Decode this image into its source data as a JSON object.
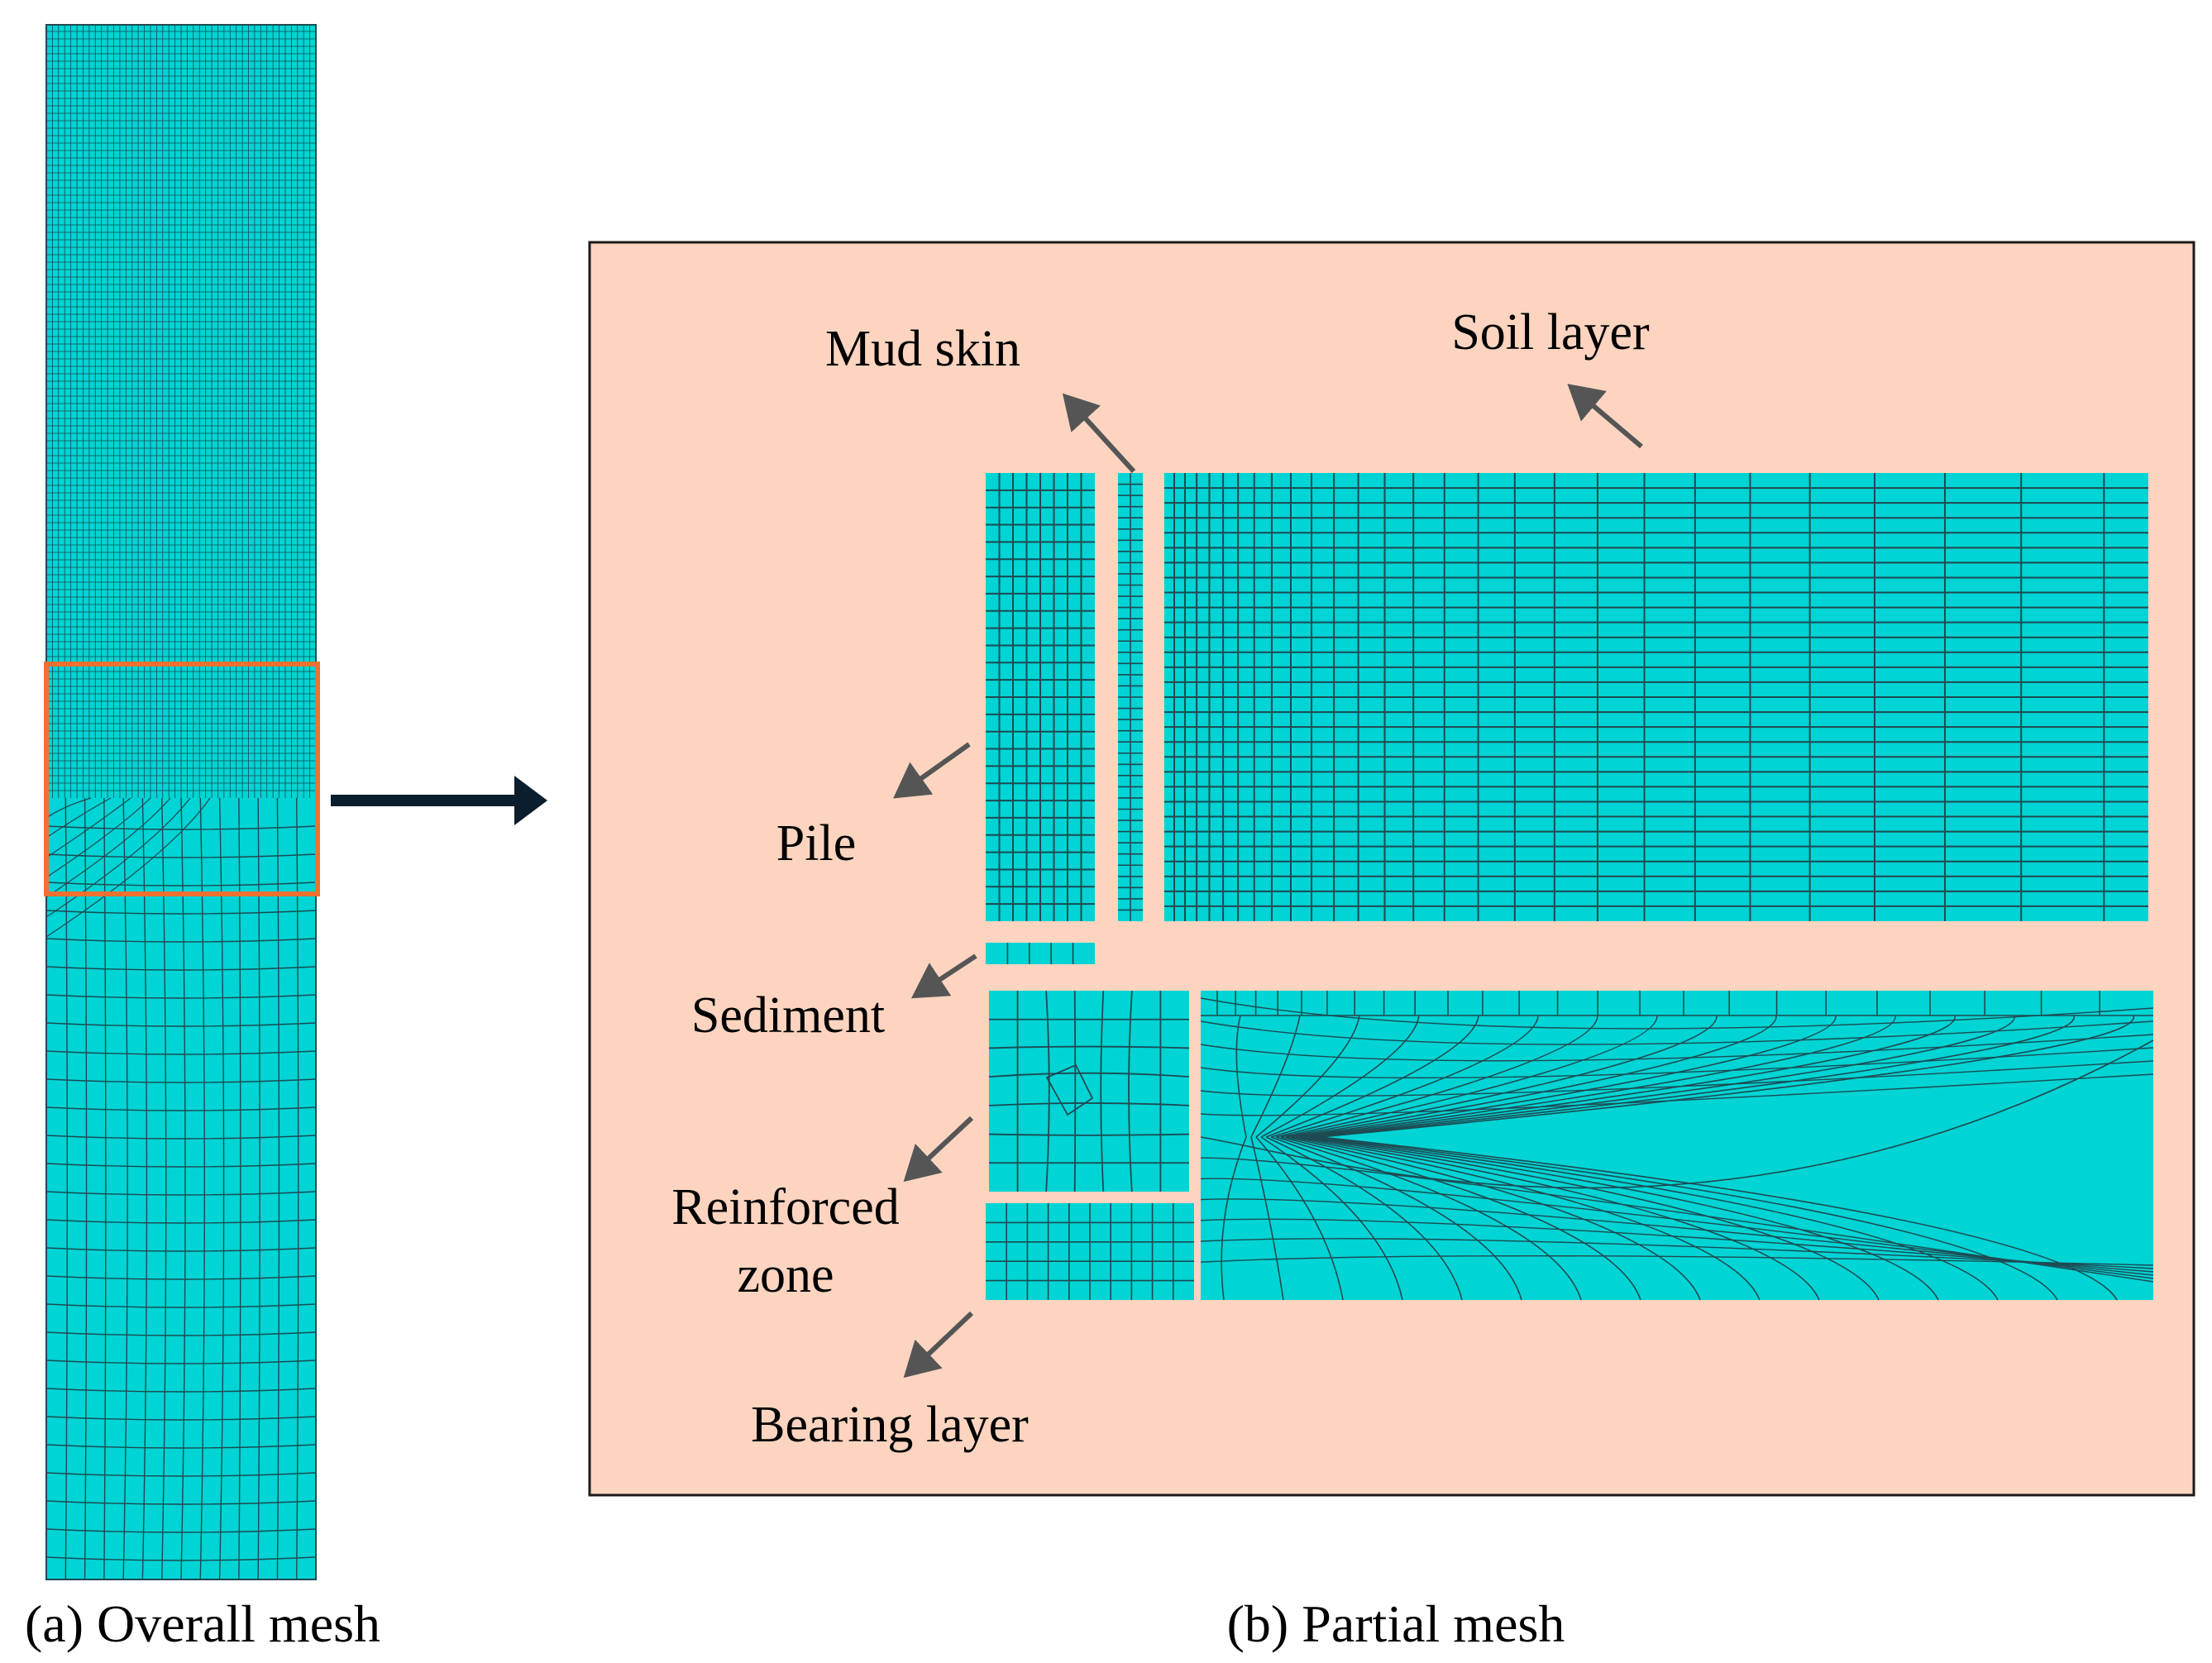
{
  "colors": {
    "mesh_fill": "#00D4D4",
    "mesh_line": "#1E4A52",
    "panel_fill": "#FCD4C0",
    "panel_border": "#1A1A1A",
    "highlight_box": "#F07030",
    "arrow": "#555555",
    "main_arrow": "#0B1E2D"
  },
  "panels": {
    "a": {
      "caption": "(a) Overall mesh"
    },
    "b": {
      "caption": "(b) Partial mesh"
    }
  },
  "labels": {
    "mud_skin": "Mud skin",
    "soil_layer": "Soil layer",
    "pile": "Pile",
    "sediment": "Sediment",
    "reinforced_zone_line1": "Reinforced",
    "reinforced_zone_line2": "zone",
    "bearing_layer": "Bearing layer"
  },
  "icons": {
    "zoom_arrow": "right-arrow-icon",
    "pointer_arrows": "leader-arrow-icon"
  }
}
